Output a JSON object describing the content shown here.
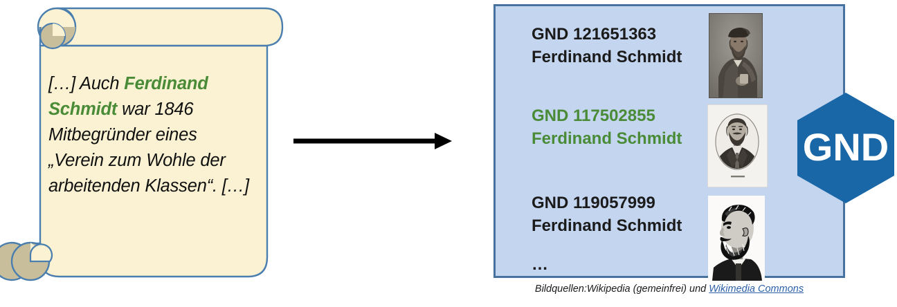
{
  "colors": {
    "scroll_fill": "#FAF2D2",
    "scroll_curl": "#C8BE9C",
    "scroll_outline": "#4A7EAE",
    "panel_fill": "#C4D5EF",
    "panel_border": "#47729F",
    "accent_green": "#4A8B37",
    "gnd_blue": "#1A67A8",
    "text_dark": "#1B1B1B",
    "link_blue": "#2D5FA8",
    "arrow_black": "#000000"
  },
  "quote_scroll": {
    "icon": "scroll-icon",
    "segments": [
      {
        "text": "[…] Auch ",
        "style": "normal"
      },
      {
        "text": "Ferdinand Schmidt",
        "style": "highlight"
      },
      {
        "text": " war 1846 Mitbegründer eines „Verein zum Wohle der arbeitenden Klassen“. […]",
        "style": "normal"
      }
    ],
    "plain_text": "[…] Auch Ferdinand Schmidt war 1846 Mitbegründer eines „Verein zum Wohle der arbeitenden Klassen“. […]",
    "prefix": "[…] Auch ",
    "highlight": "Ferdinand Schmidt",
    "suffix": " war 1846 Mitbegründer eines „Verein zum Wohle der arbeitenden Klassen“. […]"
  },
  "arrow": {
    "icon": "arrow-right-icon",
    "direction": "right"
  },
  "gnd_panel": {
    "entries": [
      {
        "id_label": "GND 121651363",
        "name": "Ferdinand Schmidt",
        "highlighted": false,
        "portrait": "portrait-photograph-bearded-man-beret"
      },
      {
        "id_label": "GND 117502855",
        "name": "Ferdinand Schmidt",
        "highlighted": true,
        "portrait": "portrait-engraving-oval-bearded-man"
      },
      {
        "id_label": "GND 119057999",
        "name": "Ferdinand Schmidt",
        "highlighted": false,
        "portrait": "portrait-woodcut-profile-bearded-man"
      }
    ],
    "more_indicator": "…"
  },
  "gnd_logo": {
    "text": "GND",
    "shape": "hexagon"
  },
  "image_credit": {
    "prefix": "Bildquellen:Wikipedia (gemeinfrei) und ",
    "link_text": "Wikimedia Commons",
    "full_text": "Bildquellen:Wikipedia (gemeinfrei) und Wikimedia Commons"
  }
}
